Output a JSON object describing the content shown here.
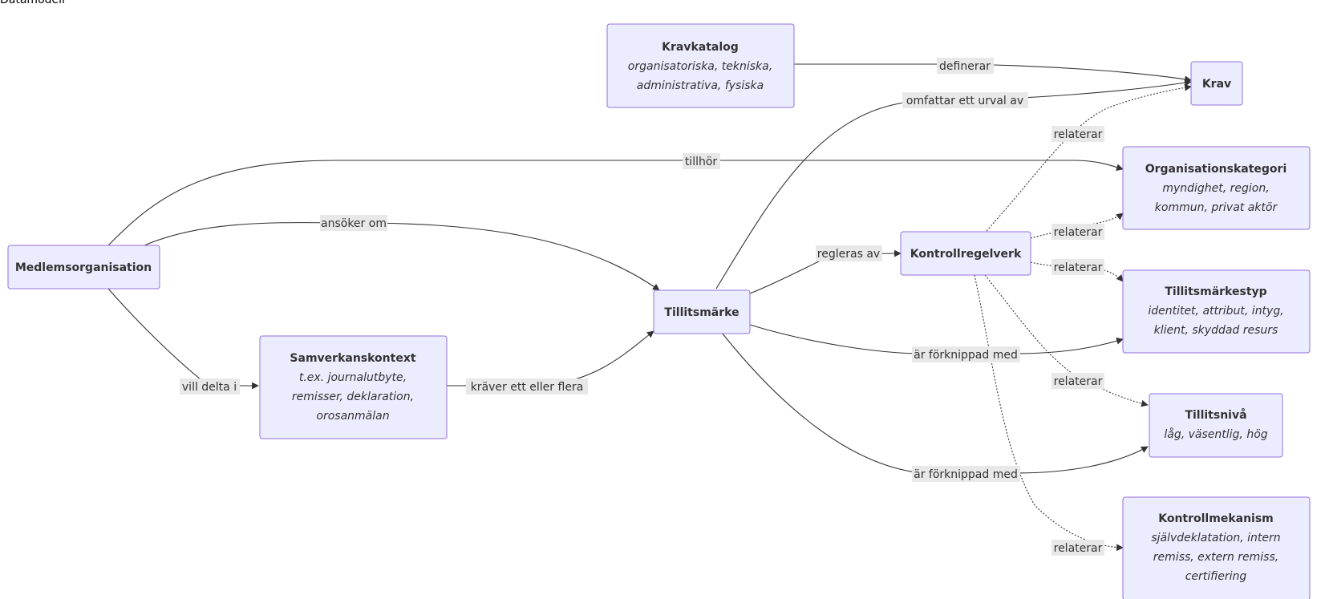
{
  "title": "Datamodell",
  "nodes": {
    "kravkatalog": {
      "title": "Kravkatalog",
      "lines": [
        "organisatoriska, tekniska,",
        "administrativa, fysiska"
      ]
    },
    "krav": {
      "title": "Krav",
      "lines": []
    },
    "organisationskategori": {
      "title": "Organisationskategori",
      "lines": [
        "myndighet, region,",
        "kommun, privat aktör"
      ]
    },
    "medlemsorganisation": {
      "title": "Medlemsorganisation",
      "lines": []
    },
    "kontrollregelverk": {
      "title": "Kontrollregelverk",
      "lines": []
    },
    "tillitsmarkestyp": {
      "title": "Tillitsmärkestyp",
      "lines": [
        "identitet, attribut, intyg,",
        "klient, skyddad resurs"
      ]
    },
    "tillitsmarke": {
      "title": "Tillitsmärke",
      "lines": []
    },
    "samverkanskontext": {
      "title": "Samverkanskontext",
      "lines": [
        "t.ex. journalutbyte,",
        "remisser, deklaration,",
        "orosanmälan"
      ]
    },
    "tillitsniva": {
      "title": "Tillitsnivå",
      "lines": [
        "låg, väsentlig, hög"
      ]
    },
    "kontrollmekanism": {
      "title": "Kontrollmekanism",
      "lines": [
        "självdeklatation, intern",
        "remiss, extern remiss,",
        "certifiering"
      ]
    }
  },
  "edges": [
    {
      "from": "kravkatalog",
      "to": "krav",
      "label": "definerar",
      "style": "solid"
    },
    {
      "from": "tillitsmarke",
      "to": "krav",
      "label": "omfattar ett urval av",
      "style": "solid"
    },
    {
      "from": "kontrollregelverk",
      "to": "krav",
      "label": "relaterar",
      "style": "dotted"
    },
    {
      "from": "medlemsorganisation",
      "to": "organisationskategori",
      "label": "tillhör",
      "style": "solid"
    },
    {
      "from": "medlemsorganisation",
      "to": "tillitsmarke",
      "label": "ansöker om",
      "style": "solid"
    },
    {
      "from": "kontrollregelverk",
      "to": "organisationskategori",
      "label": "relaterar",
      "style": "dotted"
    },
    {
      "from": "tillitsmarke",
      "to": "kontrollregelverk",
      "label": "regleras av",
      "style": "solid"
    },
    {
      "from": "kontrollregelverk",
      "to": "tillitsmarkestyp",
      "label": "relaterar",
      "style": "dotted"
    },
    {
      "from": "tillitsmarke",
      "to": "tillitsmarkestyp",
      "label": "är förknippad med",
      "style": "solid"
    },
    {
      "from": "kontrollregelverk",
      "to": "tillitsniva",
      "label": "relaterar",
      "style": "dotted"
    },
    {
      "from": "medlemsorganisation",
      "to": "samverkanskontext",
      "label": "vill delta i",
      "style": "solid"
    },
    {
      "from": "samverkanskontext",
      "to": "tillitsmarke",
      "label": "kräver ett eller flera",
      "style": "solid"
    },
    {
      "from": "tillitsmarke",
      "to": "tillitsniva",
      "label": "är förknippad med",
      "style": "solid"
    },
    {
      "from": "kontrollregelverk",
      "to": "kontrollmekanism",
      "label": "relaterar",
      "style": "dotted"
    }
  ],
  "colors": {
    "node_fill": "#ececff",
    "node_stroke": "#9370db",
    "edge": "#333333",
    "label_bg": "#e8e8e8"
  }
}
